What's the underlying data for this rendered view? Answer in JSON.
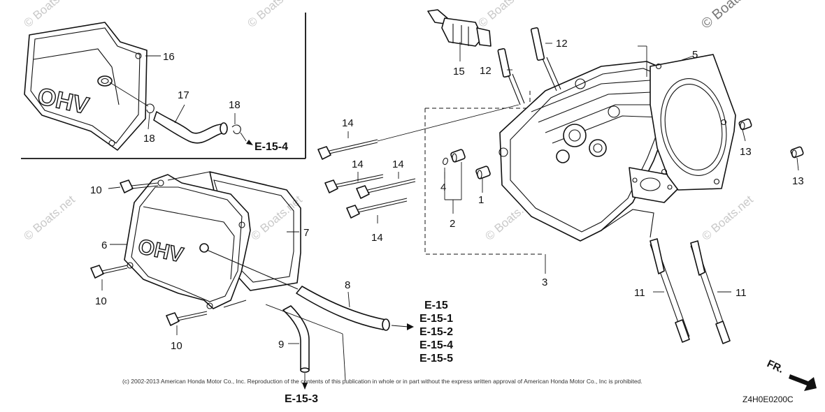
{
  "watermark": "© Boats.net",
  "callouts": {
    "p1": "1",
    "p2": "2",
    "p3": "3",
    "p4": "4",
    "p5": "5",
    "p6": "6",
    "p7": "7",
    "p8": "8",
    "p9": "9",
    "p10a": "10",
    "p10b": "10",
    "p10c": "10",
    "p11a": "11",
    "p11b": "11",
    "p12a": "12",
    "p12b": "12",
    "p13a": "13",
    "p13b": "13",
    "p14a": "14",
    "p14b": "14",
    "p14c": "14",
    "p14d": "14",
    "p15": "15",
    "p16": "16",
    "p17": "17",
    "p18a": "18",
    "p18b": "18"
  },
  "references": {
    "inset": "E-15-4",
    "bottom": "E-15-3",
    "stack": [
      "E-15",
      "E-15-1",
      "E-15-2",
      "E-15-4",
      "E-15-5"
    ]
  },
  "rocker_cover_lettering": "OHV",
  "front_arrow": "FR.",
  "copyright": "(c) 2002-2013 American Honda Motor Co., Inc. Reproduction of the contents of this publication in whole or in part without the express written approval of American Honda Motor Co., Inc is prohibited.",
  "diagram_code": "Z4H0E0200C"
}
